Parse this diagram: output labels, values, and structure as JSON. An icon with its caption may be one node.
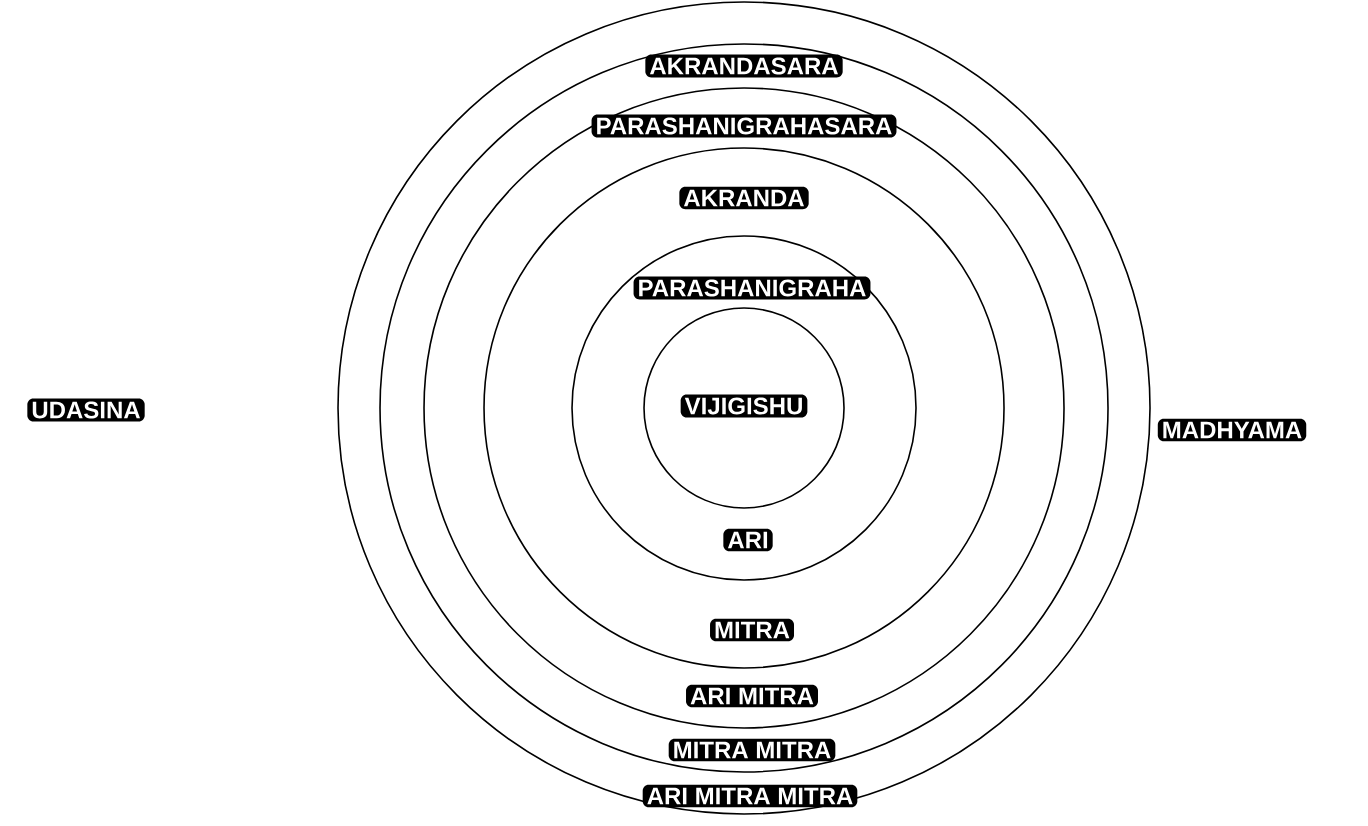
{
  "diagram": {
    "nodes": [
      {
        "text": [],
        "shape": "circle"
      },
      {
        "text": [],
        "shape": "circle",
        "in": 0
      },
      {
        "text": [],
        "shape": "circle",
        "in": 1
      },
      {
        "text": [],
        "shape": "circle",
        "in": 2
      },
      {
        "text": [],
        "shape": "circle",
        "in": 3
      },
      {
        "text": [],
        "shape": "circle",
        "in": 4
      }
    ],
    "labels": [
      "AKRANDASARA",
      "PARASHANIGRAHASARA",
      "AKRANDA",
      "PARASHANIGRAHA",
      "UDASINA",
      "VIJIGISHU",
      "MADHYAMA",
      "ARI",
      "MITRA",
      "ARI MITRA",
      "MITRA MITRA",
      "ARI MITRA MITRA"
    ]
  }
}
